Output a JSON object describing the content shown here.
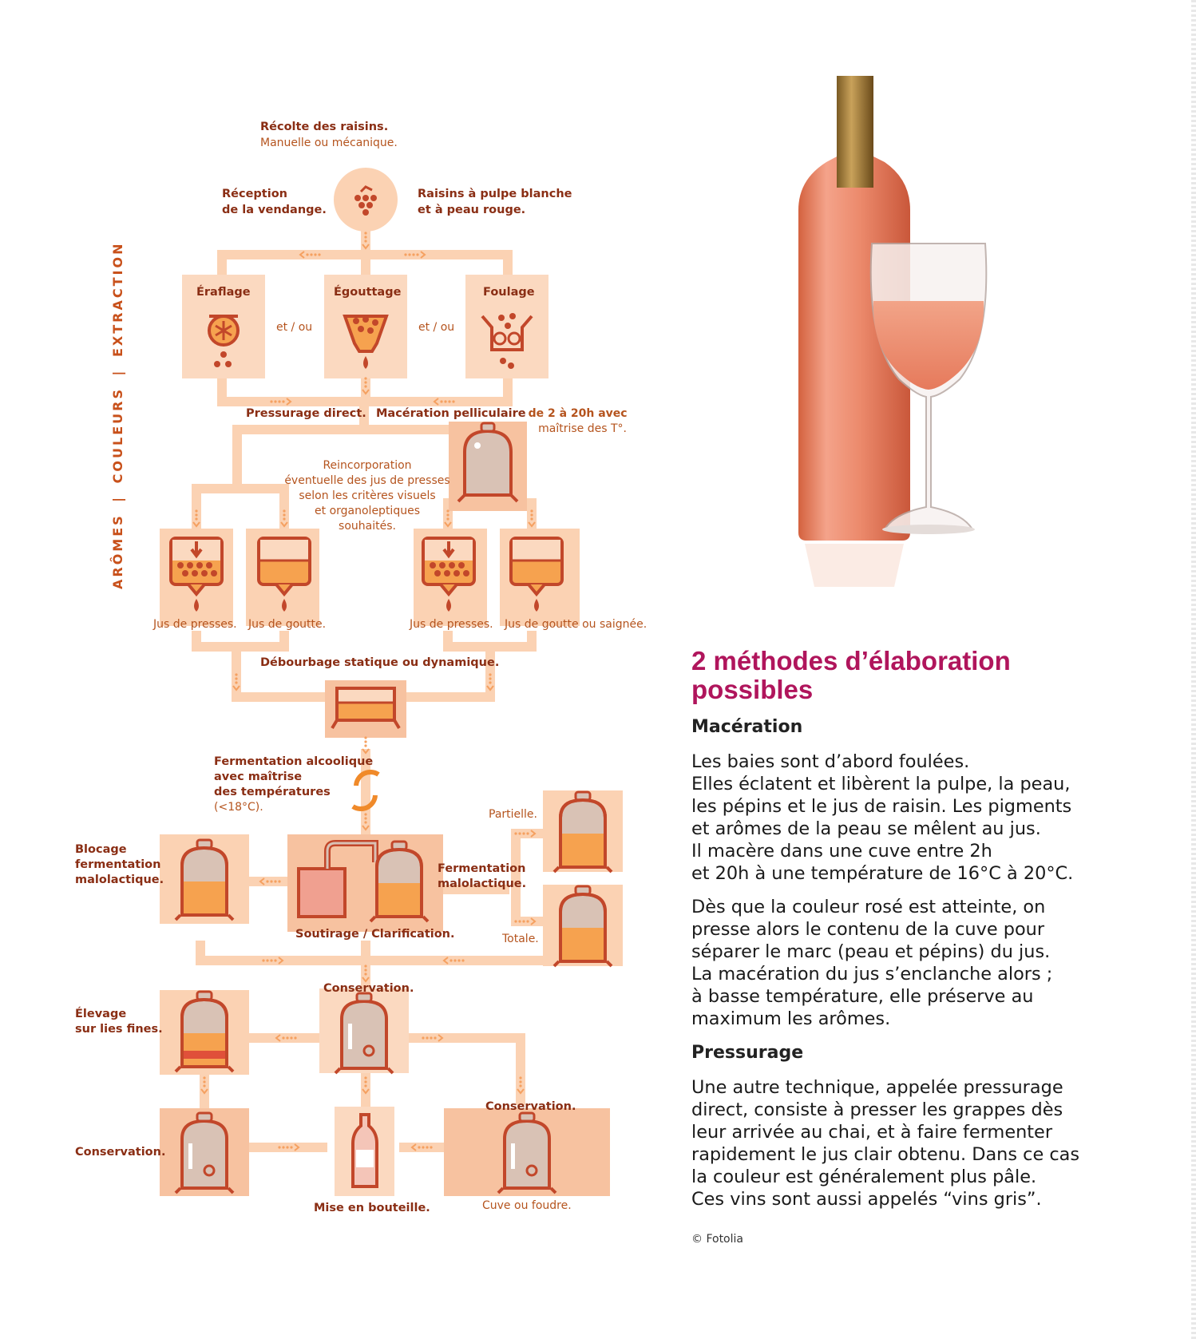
{
  "side_label": {
    "part1": "ARÔMES",
    "sep1": "|",
    "part2": "COULEURS",
    "sep2": "|",
    "part3": "EXTRACTION"
  },
  "diagram": {
    "harvest": {
      "title": "Récolte des raisins.",
      "subtitle": "Manuelle ou mécanique."
    },
    "reception": {
      "line1": "Réception",
      "line2": "de la vendange."
    },
    "grapes": {
      "line1": "Raisins à pulpe blanche",
      "line2": "et à peau rouge."
    },
    "steps": {
      "eraflage": "Éraflage",
      "egouttage": "Égouttage",
      "foulage": "Foulage",
      "or1": "et / ou",
      "or2": "et / ou"
    },
    "pressurage_direct": "Pressurage direct.",
    "maceration": {
      "bold": "Macération pelliculaire",
      "rest1": "de 2 à 20h avec",
      "rest2": "maîtrise des T°."
    },
    "reincorporation": [
      "Reincorporation",
      "éventuelle des jus de presses",
      "selon les critères visuels",
      "et organoleptiques",
      "souhaités."
    ],
    "juices": {
      "presses1": "Jus de presses.",
      "goutte1": "Jus de goutte.",
      "presses2": "Jus de presses.",
      "goutte2": "Jus de goutte ou saignée."
    },
    "debourbage": "Débourbage statique ou dynamique.",
    "fermentation": [
      "Fermentation alcoolique",
      "avec maîtrise",
      "des températures"
    ],
    "fermentation_temp": "(<18°C).",
    "blocage": [
      "Blocage",
      "fermentation",
      "malolactique."
    ],
    "malo": [
      "Fermentation",
      "malolactique."
    ],
    "partielle": "Partielle.",
    "totale": "Totale.",
    "soutirage": "Soutirage / Clarification.",
    "conservation_top": "Conservation.",
    "elevage": [
      "Élevage",
      "sur lies fines."
    ],
    "conservation_left": "Conservation.",
    "mise": "Mise en bouteille.",
    "conservation_right": "Conservation.",
    "cuve": "Cuve ou foudre."
  },
  "article": {
    "heading_line1": "2 méthodes d’élaboration",
    "heading_line2": "possibles",
    "maceration_title": "Macération",
    "maceration_p1": "Les baies sont d’abord foulées.\nElles éclatent et libèrent la pulpe, la peau,\nles pépins et le jus de raisin. Les pigments\net arômes de la peau se mêlent au jus.\nIl macère dans une cuve entre 2h\net 20h à une température de 16°C à 20°C.",
    "maceration_p2": "Dès que la couleur rosé est atteinte, on\npresse alors le contenu de la cuve pour\nséparer le marc (peau et pépins) du jus.\nLa macération du jus s’enclanche alors ;\nà basse température, elle préserve au\nmaximum les arômes.",
    "pressurage_title": "Pressurage",
    "pressurage_p": "Une autre technique, appelée pressurage\ndirect, consiste à presser les grappes dès\nleur arrivée au chai, et à faire fermenter\nrapidement le jus clair obtenu. Dans ce cas\nla couleur est généralement plus pâle.\nCes vins sont aussi appelés “vins gris”.",
    "credit": "© Fotolia"
  },
  "colors": {
    "accent": "#b0155c",
    "diagram_bold": "#8a2e14",
    "diagram_text": "#b5541e",
    "panel": "#fbd9c0",
    "pipe": "#fbd2b3",
    "wine": "#f0a090",
    "side_label": "#c8501a"
  }
}
